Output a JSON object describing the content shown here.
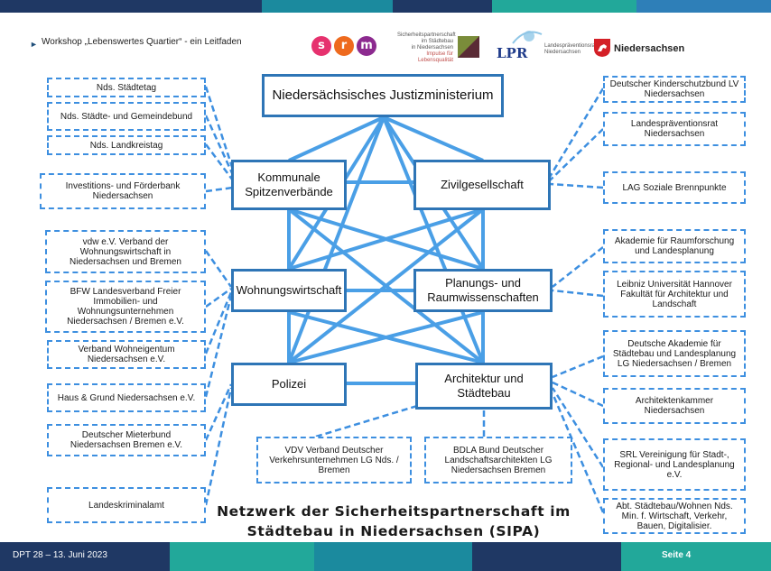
{
  "header": {
    "workshop_title": "Workshop „Lebenswertes Quartier“ - ein Leitfaden",
    "srm_letters": [
      "s",
      "r",
      "m"
    ],
    "srm_colors": [
      "#e6316e",
      "#ee6a1e",
      "#8c2a8f"
    ],
    "sicherheit_logo_lines": [
      "Sicherheitspartnerschaft",
      "im Städtebau",
      "in Niedersachsen",
      "Impulse für Lebensqualität"
    ],
    "lpr_logo": "LPR",
    "lpr_sub_lines": [
      "Landespräventionsrat",
      "Niedersachsen"
    ],
    "nds_logo": "Niedersachsen"
  },
  "main_nodes": {
    "justiz": "Niedersächsisches Justizministerium",
    "kommunale": "Kommunale Spitzenverbände",
    "zivil": "Zivilgesellschaft",
    "wohnung": "Wohnungswirtschaft",
    "planung": "Planungs- und Raumwissenschaften",
    "polizei": "Polizei",
    "architektur": "Architektur und Städtebau"
  },
  "left_partners": [
    "Nds. Städtetag",
    "Nds. Städte- und Gemeindebund",
    "Nds. Landkreistag",
    "Investitions- und Förderbank Niedersachsen",
    "vdw e.V. Verband der Wohnungswirtschaft in Niedersachsen und Bremen",
    "BFW Landesverband Freier Immobilien- und Wohnungsunternehmen Niedersachsen / Bremen e.V.",
    "Verband Wohneigentum Niedersachsen e.V.",
    "Haus & Grund Niedersachsen e.V.",
    "Deutscher Mieterbund Niedersachsen Bremen e.V.",
    "Landeskriminalamt"
  ],
  "right_partners": [
    "Deutscher Kinderschutzbund LV Niedersachsen",
    "Landespräventionsrat Niedersachsen",
    "LAG Soziale Brennpunkte",
    "Akademie für Raumforschung und Landesplanung",
    "Leibniz Universität Hannover Fakultät für Architektur und Landschaft",
    "Deutsche Akademie für Städtebau und Landesplanung LG Niedersachsen / Bremen",
    "Architektenkammer Niedersachsen",
    "SRL Vereinigung für Stadt-, Regional- und Landesplanung e.V.",
    "Abt. Städtebau/Wohnen Nds. Min. f. Wirtschaft, Verkehr, Bauen, Digitalisier."
  ],
  "bottom_partners": [
    "VDV Verband Deutscher Verkehrsunternehmen LG Nds. / Bremen",
    "BDLA Bund Deutscher Landschaftsarchitekten LG Niedersachsen Bremen"
  ],
  "title": "Netzwerk der Sicherheitspartnerschaft im Städtebau in Niedersachsen (SIPA)",
  "footer": {
    "left": "DPT 28 – 13. Juni 2023",
    "right": "Seite 4"
  },
  "colors": {
    "line_blue": "#4a9fe6",
    "box_border": "#2e75b6",
    "dashed_border": "#3d8fe0",
    "bar_navy": "#1f3864",
    "bar_teal": "#1b8a9e",
    "bar_green": "#22a89a",
    "bar_mid": "#2e7fb8"
  }
}
